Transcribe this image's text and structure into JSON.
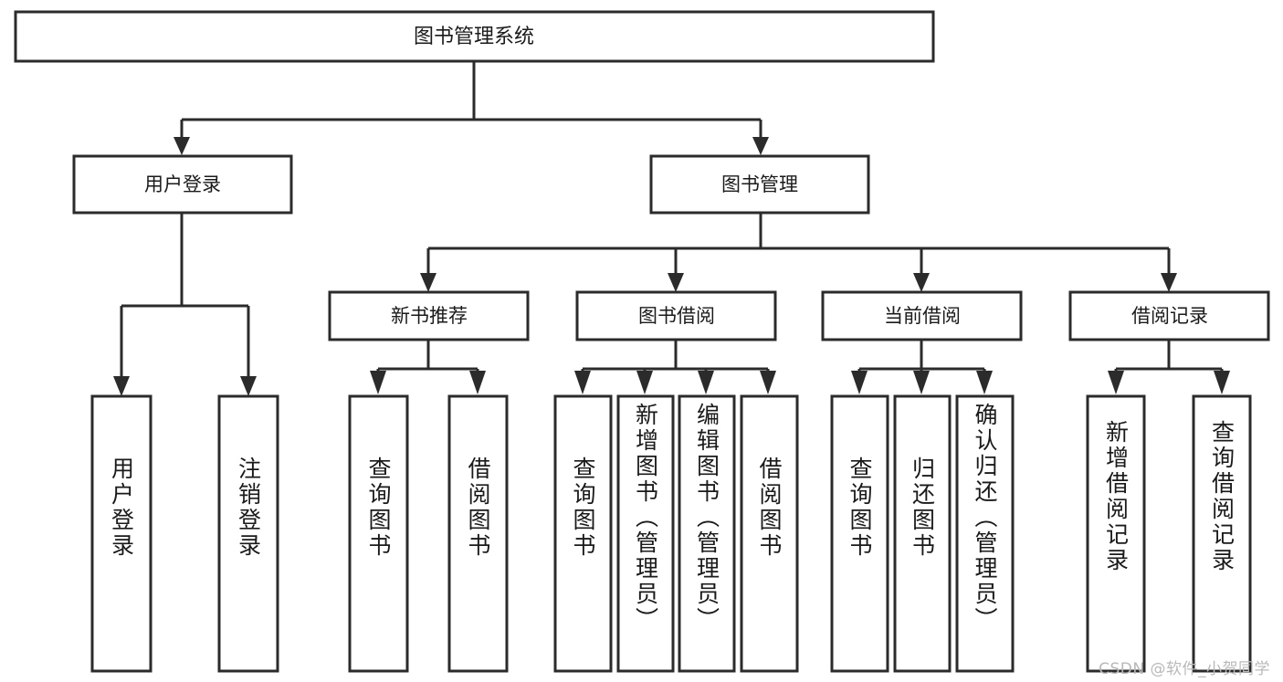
{
  "diagram": {
    "type": "tree-hierarchy",
    "title_node": {
      "label": "图书管理系统"
    },
    "level2": [
      {
        "id": "user-login",
        "label": "用户登录"
      },
      {
        "id": "book-management",
        "label": "图书管理"
      }
    ],
    "level3": [
      {
        "id": "new-book-recommend",
        "label": "新书推荐",
        "parent": "book-management"
      },
      {
        "id": "book-borrow",
        "label": "图书借阅",
        "parent": "book-management"
      },
      {
        "id": "current-borrow",
        "label": "当前借阅",
        "parent": "book-management"
      },
      {
        "id": "borrow-record",
        "label": "借阅记录",
        "parent": "book-management"
      }
    ],
    "leaves": {
      "user-login": [
        {
          "id": "leaf-user-login",
          "label": "用户登录"
        },
        {
          "id": "leaf-user-logout",
          "label": "注销登录"
        }
      ],
      "new-book-recommend": [
        {
          "id": "leaf-query-book-1",
          "label": "查询图书"
        },
        {
          "id": "leaf-borrow-book-1",
          "label": "借阅图书"
        }
      ],
      "book-borrow": [
        {
          "id": "leaf-query-book-2",
          "label": "查询图书"
        },
        {
          "id": "leaf-add-book",
          "label": "新增图书（管理员）"
        },
        {
          "id": "leaf-edit-book",
          "label": "编辑图书（管理员）"
        },
        {
          "id": "leaf-borrow-book-2",
          "label": "借阅图书"
        }
      ],
      "current-borrow": [
        {
          "id": "leaf-query-book-3",
          "label": "查询图书"
        },
        {
          "id": "leaf-return-book",
          "label": "归还图书"
        },
        {
          "id": "leaf-confirm-return",
          "label": "确认归还（管理员）"
        }
      ],
      "borrow-record": [
        {
          "id": "leaf-add-record",
          "label": "新增借阅记录"
        },
        {
          "id": "leaf-query-record",
          "label": "查询借阅记录"
        }
      ]
    },
    "watermark": "CSDN @软件_小贺同学",
    "colors": {
      "stroke": "#2b2b2b",
      "box_fill": "#ffffff",
      "text": "#1a1a1a",
      "watermark": "#b9b9b9",
      "background": "#ffffff"
    }
  }
}
